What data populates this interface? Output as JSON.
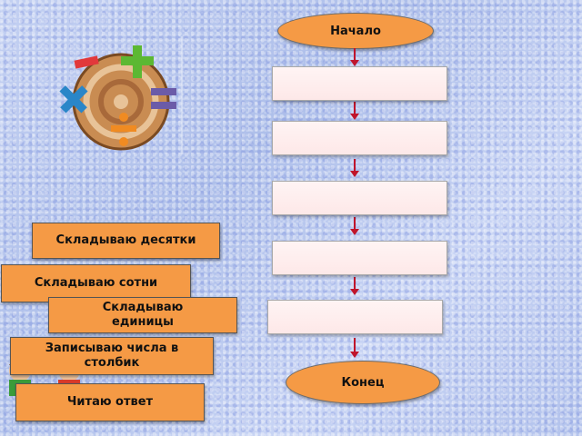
{
  "flow": {
    "start_label": "Начало",
    "end_label": "Конец",
    "empty_slots": 5
  },
  "cards": [
    "Складываю десятки",
    "Складываю сотни",
    "Складываю единицы",
    "Записываю числа в столбик",
    "Читаю ответ"
  ],
  "decorations": {
    "math_symbols": "math-symbols-icon",
    "kids": "children-icon"
  }
}
